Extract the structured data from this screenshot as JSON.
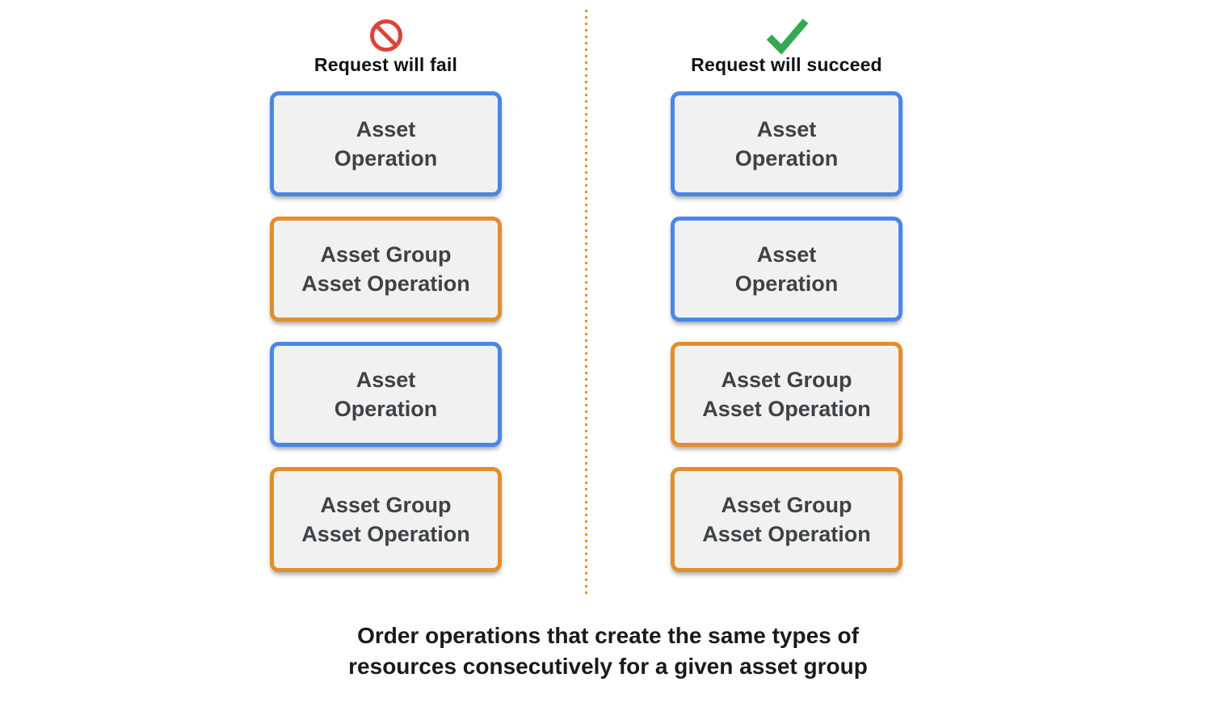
{
  "colors": {
    "blue_border": "#4A86E8",
    "orange_border": "#E28E2D",
    "box_fill": "#F1F1F1",
    "box_text": "#3F4245",
    "fail_red": "#DB4437",
    "success_green": "#34A853",
    "divider_dots": "#E8912D",
    "heading_text": "#111111",
    "caption_text": "#1A1A1A",
    "page_background": "#FFFFFF"
  },
  "columns": [
    {
      "id": "fail",
      "icon": "prohibition-icon",
      "heading": "Request will fail",
      "boxes": [
        {
          "type": "blue",
          "lines": [
            "Asset",
            "Operation"
          ]
        },
        {
          "type": "orange",
          "lines": [
            "Asset Group",
            "Asset Operation"
          ]
        },
        {
          "type": "blue",
          "lines": [
            "Asset",
            "Operation"
          ]
        },
        {
          "type": "orange",
          "lines": [
            "Asset Group",
            "Asset Operation"
          ]
        }
      ]
    },
    {
      "id": "succeed",
      "icon": "check-icon",
      "heading": "Request will succeed",
      "boxes": [
        {
          "type": "blue",
          "lines": [
            "Asset",
            "Operation"
          ]
        },
        {
          "type": "blue",
          "lines": [
            "Asset",
            "Operation"
          ]
        },
        {
          "type": "orange",
          "lines": [
            "Asset Group",
            "Asset Operation"
          ]
        },
        {
          "type": "orange",
          "lines": [
            "Asset Group",
            "Asset Operation"
          ]
        }
      ]
    }
  ],
  "caption": {
    "line1": "Order operations that create the same types of",
    "line2": "resources consecutively for a given asset group"
  }
}
